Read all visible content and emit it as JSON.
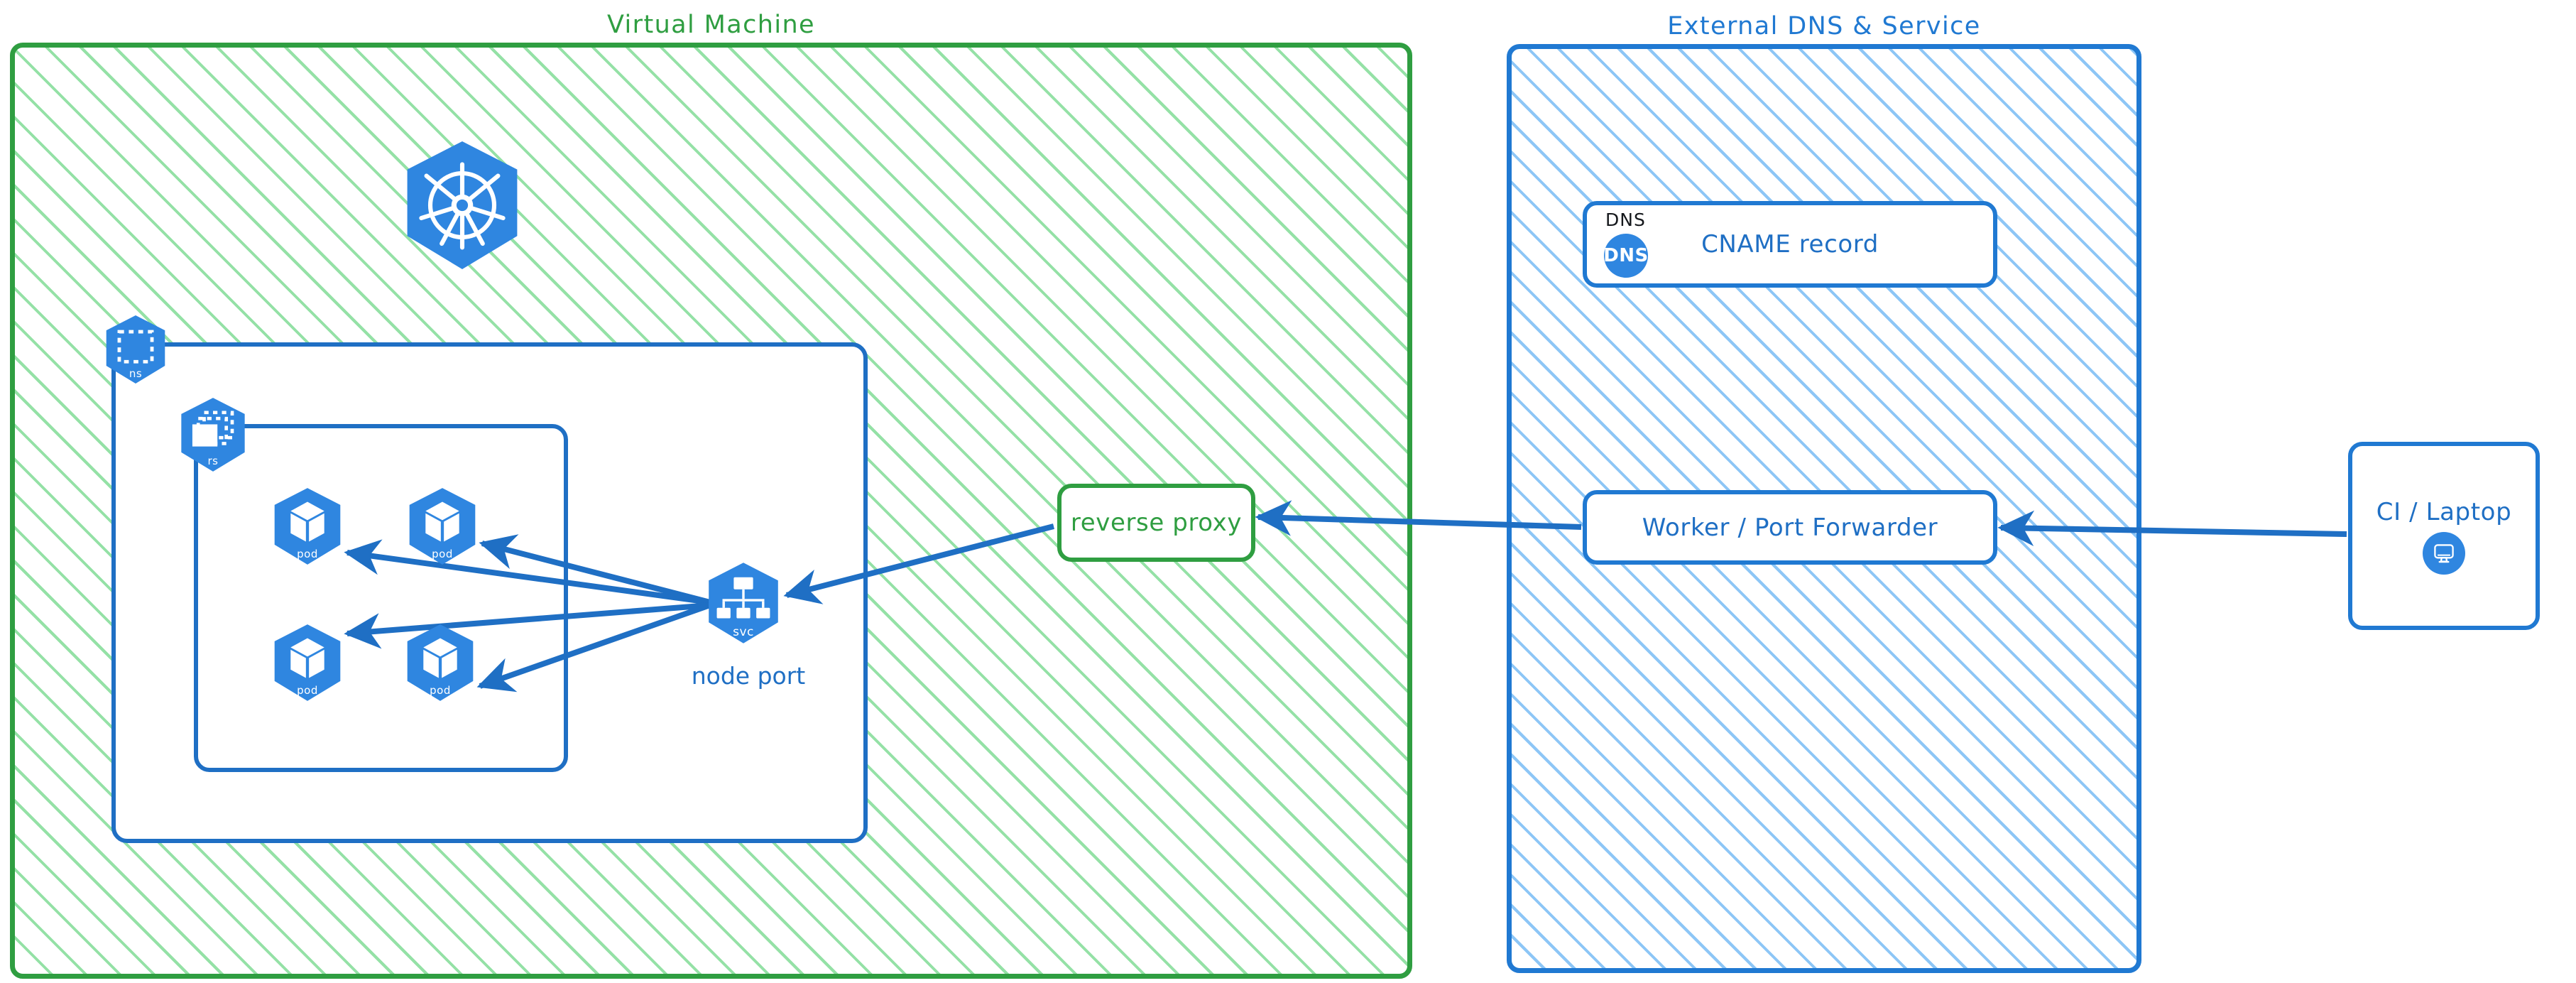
{
  "diagram": {
    "title": "Kubernetes NodePort exposure via reverse proxy and external DNS",
    "accent_green": "#2f9e41",
    "accent_blue": "#2079d2",
    "k8s_blue": "#2f86e0",
    "arrow_blue": "#1f6fc4"
  },
  "groups": {
    "vm": {
      "title": "Virtual Machine",
      "color": "#2f9e41",
      "fill": "diagonal-hatch"
    },
    "external": {
      "title": "External DNS & Service",
      "color": "#2079d2",
      "fill": "diagonal-hatch"
    }
  },
  "k8s": {
    "logo_caption": "",
    "namespace": {
      "caption": "ns",
      "icon": "namespace-icon"
    },
    "replicaset": {
      "caption": "rs",
      "icon": "replicaset-icon"
    },
    "service": {
      "caption": "svc",
      "icon": "service-icon",
      "label": "node port"
    },
    "pods": [
      {
        "caption": "pod",
        "icon": "pod-icon"
      },
      {
        "caption": "pod",
        "icon": "pod-icon"
      },
      {
        "caption": "pod",
        "icon": "pod-icon"
      },
      {
        "caption": "pod",
        "icon": "pod-icon"
      }
    ]
  },
  "nodes": {
    "reverse_proxy": {
      "label": "reverse proxy",
      "color": "#2f9e41"
    },
    "dns": {
      "kicker": "DNS",
      "badge": "DNS",
      "label": "CNAME record",
      "color": "#2079d2"
    },
    "worker": {
      "label": "Worker / Port Forwarder",
      "color": "#2079d2"
    },
    "ci": {
      "label": "CI / Laptop",
      "icon": "monitor-icon",
      "color": "#2079d2"
    }
  },
  "edges": [
    {
      "from": "service",
      "to": "pod-1",
      "style": "arrow"
    },
    {
      "from": "service",
      "to": "pod-2",
      "style": "arrow"
    },
    {
      "from": "service",
      "to": "pod-3",
      "style": "arrow"
    },
    {
      "from": "service",
      "to": "pod-4",
      "style": "arrow"
    },
    {
      "from": "reverse-proxy",
      "to": "service",
      "style": "arrow"
    },
    {
      "from": "worker",
      "to": "reverse-proxy",
      "style": "arrow"
    },
    {
      "from": "ci-laptop",
      "to": "worker",
      "style": "arrow"
    }
  ]
}
